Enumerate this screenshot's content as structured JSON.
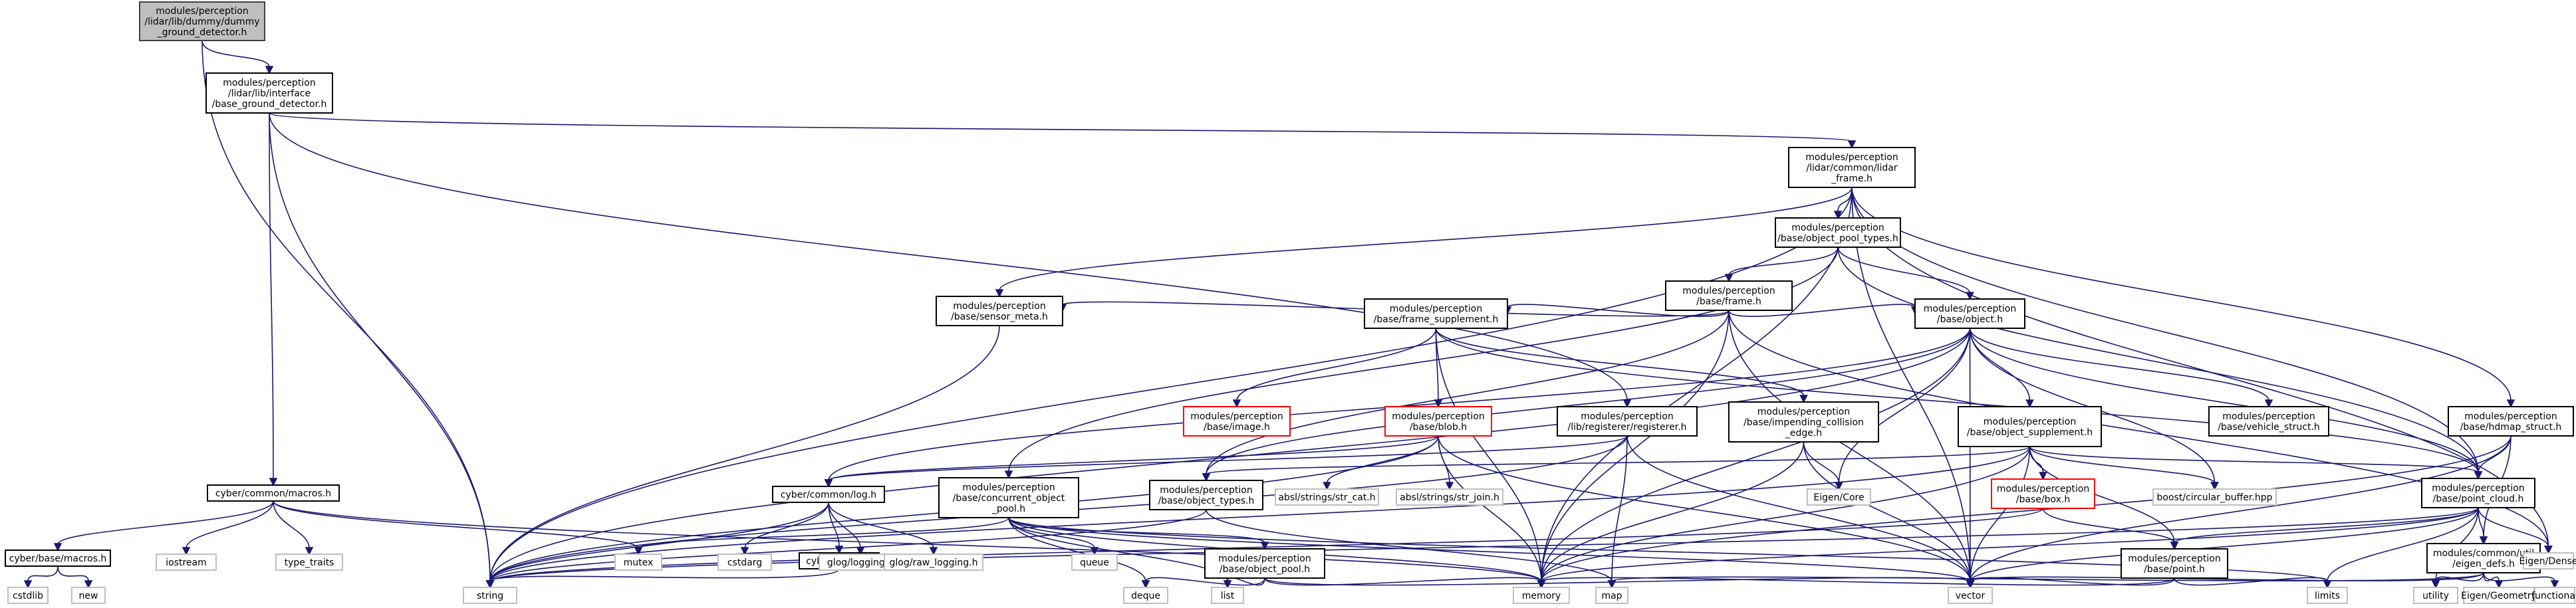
{
  "colors": {
    "edge": "#191970",
    "text": "#000000",
    "node_border": "#000000",
    "node_fill": "#ffffff",
    "root_fill": "#bfbfbf",
    "root_border": "#404040",
    "external_border": "#bfbfbf",
    "undocumented_border": "#ff0000"
  },
  "nodes": [
    {
      "id": "root",
      "lines": [
        "modules/perception",
        "/lidar/lib/dummy/dummy",
        "_ground_detector.h"
      ],
      "kind": "root"
    },
    {
      "id": "bgd",
      "lines": [
        "modules/perception",
        "/lidar/lib/interface",
        "/base_ground_detector.h"
      ],
      "kind": "normal"
    },
    {
      "id": "lframe",
      "lines": [
        "modules/perception",
        "/lidar/common/lidar",
        "_frame.h"
      ],
      "kind": "normal"
    },
    {
      "id": "opt",
      "lines": [
        "modules/perception",
        "/base/object_pool_types.h"
      ],
      "kind": "normal"
    },
    {
      "id": "frame",
      "lines": [
        "modules/perception",
        "/base/frame.h"
      ],
      "kind": "normal"
    },
    {
      "id": "smeta",
      "lines": [
        "modules/perception",
        "/base/sensor_meta.h"
      ],
      "kind": "normal"
    },
    {
      "id": "fsupp",
      "lines": [
        "modules/perception",
        "/base/frame_supplement.h"
      ],
      "kind": "normal"
    },
    {
      "id": "object",
      "lines": [
        "modules/perception",
        "/base/object.h"
      ],
      "kind": "normal"
    },
    {
      "id": "hdmap",
      "lines": [
        "modules/perception",
        "/base/hdmap_struct.h"
      ],
      "kind": "normal"
    },
    {
      "id": "image",
      "lines": [
        "modules/perception",
        "/base/image.h"
      ],
      "kind": "undocumented"
    },
    {
      "id": "blob",
      "lines": [
        "modules/perception",
        "/base/blob.h"
      ],
      "kind": "undocumented"
    },
    {
      "id": "registerer",
      "lines": [
        "modules/perception",
        "/lib/registerer/registerer.h"
      ],
      "kind": "normal"
    },
    {
      "id": "impend",
      "lines": [
        "modules/perception",
        "/base/impending_collision",
        "_edge.h"
      ],
      "kind": "normal"
    },
    {
      "id": "osupp",
      "lines": [
        "modules/perception",
        "/base/object_supplement.h"
      ],
      "kind": "normal"
    },
    {
      "id": "vstruct",
      "lines": [
        "modules/perception",
        "/base/vehicle_struct.h"
      ],
      "kind": "normal"
    },
    {
      "id": "pcloud",
      "lines": [
        "modules/perception",
        "/base/point_cloud.h"
      ],
      "kind": "normal"
    },
    {
      "id": "cmacros",
      "lines": [
        "cyber/common/macros.h"
      ],
      "kind": "normal"
    },
    {
      "id": "log",
      "lines": [
        "cyber/common/log.h"
      ],
      "kind": "normal"
    },
    {
      "id": "cpool",
      "lines": [
        "modules/perception",
        "/base/concurrent_object",
        "_pool.h"
      ],
      "kind": "normal"
    },
    {
      "id": "otypes",
      "lines": [
        "modules/perception",
        "/base/object_types.h"
      ],
      "kind": "normal"
    },
    {
      "id": "strcat",
      "lines": [
        "absl/strings/str_cat.h"
      ],
      "kind": "external"
    },
    {
      "id": "strjoin",
      "lines": [
        "absl/strings/str_join.h"
      ],
      "kind": "external"
    },
    {
      "id": "eigencore",
      "lines": [
        "Eigen/Core"
      ],
      "kind": "external"
    },
    {
      "id": "box",
      "lines": [
        "modules/perception",
        "/base/box.h"
      ],
      "kind": "undocumented"
    },
    {
      "id": "boostcb",
      "lines": [
        "boost/circular_buffer.hpp"
      ],
      "kind": "external"
    },
    {
      "id": "eigendefs",
      "lines": [
        "modules/common/util",
        "/eigen_defs.h"
      ],
      "kind": "normal"
    },
    {
      "id": "eigendense",
      "lines": [
        "Eigen/Dense"
      ],
      "kind": "external"
    },
    {
      "id": "bmacros",
      "lines": [
        "cyber/base/macros.h"
      ],
      "kind": "normal"
    },
    {
      "id": "cbinary",
      "lines": [
        "cyber/binary.h"
      ],
      "kind": "normal"
    },
    {
      "id": "opool",
      "lines": [
        "modules/perception",
        "/base/object_pool.h"
      ],
      "kind": "normal"
    },
    {
      "id": "point",
      "lines": [
        "modules/perception",
        "/base/point.h"
      ],
      "kind": "normal"
    },
    {
      "id": "iostream",
      "lines": [
        "iostream"
      ],
      "kind": "external"
    },
    {
      "id": "typetraits",
      "lines": [
        "type_traits"
      ],
      "kind": "external"
    },
    {
      "id": "mutex",
      "lines": [
        "mutex"
      ],
      "kind": "external"
    },
    {
      "id": "cstdarg",
      "lines": [
        "cstdarg"
      ],
      "kind": "external"
    },
    {
      "id": "glog",
      "lines": [
        "glog/logging.h"
      ],
      "kind": "external"
    },
    {
      "id": "glograw",
      "lines": [
        "glog/raw_logging.h"
      ],
      "kind": "external"
    },
    {
      "id": "queue",
      "lines": [
        "queue"
      ],
      "kind": "external"
    },
    {
      "id": "cstdlib",
      "lines": [
        "cstdlib"
      ],
      "kind": "external"
    },
    {
      "id": "new",
      "lines": [
        "new"
      ],
      "kind": "external"
    },
    {
      "id": "string",
      "lines": [
        "string"
      ],
      "kind": "external"
    },
    {
      "id": "deque",
      "lines": [
        "deque"
      ],
      "kind": "external"
    },
    {
      "id": "list",
      "lines": [
        "list"
      ],
      "kind": "external"
    },
    {
      "id": "memory",
      "lines": [
        "memory"
      ],
      "kind": "external"
    },
    {
      "id": "map",
      "lines": [
        "map"
      ],
      "kind": "external"
    },
    {
      "id": "vector",
      "lines": [
        "vector"
      ],
      "kind": "external"
    },
    {
      "id": "limits",
      "lines": [
        "limits"
      ],
      "kind": "external"
    },
    {
      "id": "utility",
      "lines": [
        "utility"
      ],
      "kind": "external"
    },
    {
      "id": "eigengeo",
      "lines": [
        "Eigen/Geometry"
      ],
      "kind": "external"
    },
    {
      "id": "functional",
      "lines": [
        "functional"
      ],
      "kind": "external"
    }
  ],
  "edges": [
    [
      "root",
      "bgd"
    ],
    [
      "root",
      "string"
    ],
    [
      "bgd",
      "lframe"
    ],
    [
      "bgd",
      "registerer"
    ],
    [
      "bgd",
      "cmacros"
    ],
    [
      "bgd",
      "string"
    ],
    [
      "lframe",
      "opt"
    ],
    [
      "lframe",
      "smeta"
    ],
    [
      "lframe",
      "hdmap"
    ],
    [
      "lframe",
      "pcloud"
    ],
    [
      "lframe",
      "eigendense"
    ],
    [
      "lframe",
      "string"
    ],
    [
      "lframe",
      "memory"
    ],
    [
      "lframe",
      "vector"
    ],
    [
      "opt",
      "frame"
    ],
    [
      "opt",
      "object"
    ],
    [
      "opt",
      "cpool"
    ],
    [
      "opt",
      "pcloud"
    ],
    [
      "frame",
      "smeta"
    ],
    [
      "frame",
      "fsupp"
    ],
    [
      "frame",
      "object"
    ],
    [
      "frame",
      "otypes"
    ],
    [
      "frame",
      "memory"
    ],
    [
      "frame",
      "vector"
    ],
    [
      "frame",
      "eigendense"
    ],
    [
      "smeta",
      "string"
    ],
    [
      "fsupp",
      "image"
    ],
    [
      "fsupp",
      "blob"
    ],
    [
      "fsupp",
      "impend"
    ],
    [
      "fsupp",
      "pcloud"
    ],
    [
      "fsupp",
      "memory"
    ],
    [
      "object",
      "osupp"
    ],
    [
      "object",
      "vstruct"
    ],
    [
      "object",
      "pcloud"
    ],
    [
      "object",
      "otypes"
    ],
    [
      "object",
      "boostcb"
    ],
    [
      "object",
      "eigencore"
    ],
    [
      "object",
      "log"
    ],
    [
      "object",
      "string"
    ],
    [
      "object",
      "memory"
    ],
    [
      "object",
      "vector"
    ],
    [
      "hdmap",
      "pcloud"
    ],
    [
      "hdmap",
      "eigendefs"
    ],
    [
      "hdmap",
      "memory"
    ],
    [
      "hdmap",
      "vector"
    ],
    [
      "blob",
      "log"
    ],
    [
      "blob",
      "strcat"
    ],
    [
      "blob",
      "strjoin"
    ],
    [
      "blob",
      "string"
    ],
    [
      "blob",
      "memory"
    ],
    [
      "blob",
      "vector"
    ],
    [
      "registerer",
      "log"
    ],
    [
      "registerer",
      "map"
    ],
    [
      "registerer",
      "string"
    ],
    [
      "registerer",
      "vector"
    ],
    [
      "impend",
      "eigencore"
    ],
    [
      "impend",
      "memory"
    ],
    [
      "impend",
      "vector"
    ],
    [
      "osupp",
      "box"
    ],
    [
      "osupp",
      "pcloud"
    ],
    [
      "osupp",
      "boostcb"
    ],
    [
      "osupp",
      "otypes"
    ],
    [
      "osupp",
      "point"
    ],
    [
      "osupp",
      "memory"
    ],
    [
      "osupp",
      "vector"
    ],
    [
      "osupp",
      "string"
    ],
    [
      "pcloud",
      "point"
    ],
    [
      "pcloud",
      "eigendefs"
    ],
    [
      "pcloud",
      "eigendense"
    ],
    [
      "pcloud",
      "limits"
    ],
    [
      "pcloud",
      "memory"
    ],
    [
      "pcloud",
      "vector"
    ],
    [
      "pcloud",
      "string"
    ],
    [
      "pcloud",
      "utility"
    ],
    [
      "cmacros",
      "bmacros"
    ],
    [
      "cmacros",
      "iostream"
    ],
    [
      "cmacros",
      "typetraits"
    ],
    [
      "cmacros",
      "mutex"
    ],
    [
      "cmacros",
      "memory"
    ],
    [
      "log",
      "cstdarg"
    ],
    [
      "log",
      "glog"
    ],
    [
      "log",
      "glograw"
    ],
    [
      "log",
      "cbinary"
    ],
    [
      "log",
      "string"
    ],
    [
      "cpool",
      "opool"
    ],
    [
      "cpool",
      "mutex"
    ],
    [
      "cpool",
      "queue"
    ],
    [
      "cpool",
      "deque"
    ],
    [
      "cpool",
      "list"
    ],
    [
      "cpool",
      "memory"
    ],
    [
      "cpool",
      "vector"
    ],
    [
      "cpool",
      "limits"
    ],
    [
      "otypes",
      "map"
    ],
    [
      "otypes",
      "string"
    ],
    [
      "box",
      "point"
    ],
    [
      "box",
      "string"
    ],
    [
      "eigendefs",
      "eigengeo"
    ],
    [
      "eigendefs",
      "functional"
    ],
    [
      "eigendefs",
      "utility"
    ],
    [
      "eigendefs",
      "vector"
    ],
    [
      "eigendefs",
      "map"
    ],
    [
      "bmacros",
      "cstdlib"
    ],
    [
      "bmacros",
      "new"
    ],
    [
      "cbinary",
      "string"
    ],
    [
      "opool",
      "deque"
    ],
    [
      "opool",
      "list"
    ],
    [
      "opool",
      "memory"
    ],
    [
      "opool",
      "vector"
    ],
    [
      "point",
      "limits"
    ],
    [
      "point",
      "memory"
    ],
    [
      "point",
      "vector"
    ]
  ]
}
